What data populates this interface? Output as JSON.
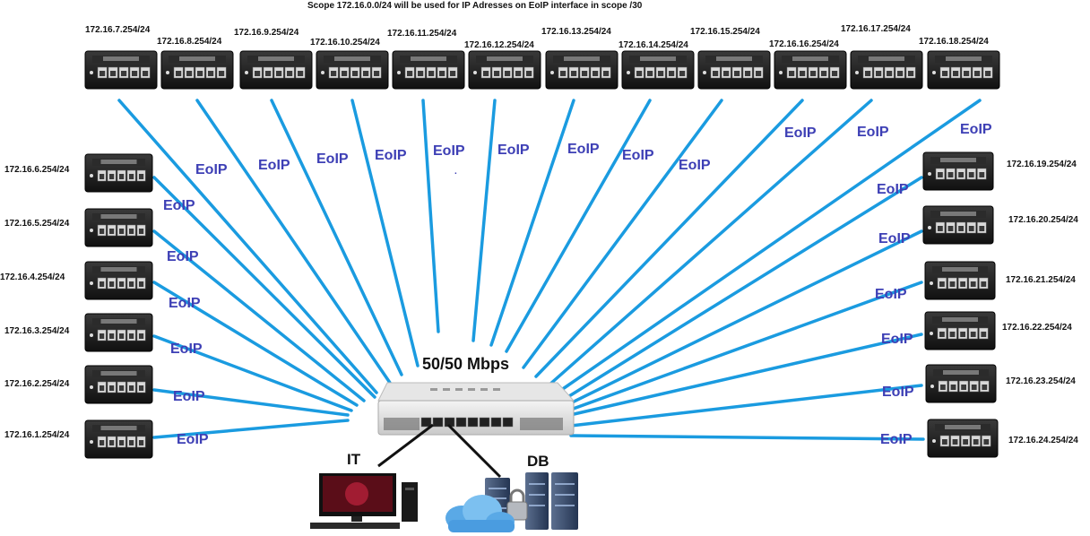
{
  "title": "Scope 172.16.0.0/24 will be used for IP Adresses on EoIP interface in scope /30",
  "center": {
    "speed": "50/50 Mbps"
  },
  "link_label": "EoIP",
  "stray_mark": ".",
  "endpoints": {
    "it": "IT",
    "db": "DB"
  },
  "routers": [
    "172.16.1.254/24",
    "172.16.2.254/24",
    "172.16.3.254/24",
    "172.16.4.254/24",
    "172.16.5.254/24",
    "172.16.6.254/24",
    "172.16.7.254/24",
    "172.16.8.254/24",
    "172.16.9.254/24",
    "172.16.10.254/24",
    "172.16.11.254/24",
    "172.16.12.254/24",
    "172.16.13.254/24",
    "172.16.14.254/24",
    "172.16.15.254/24",
    "172.16.16.254/24",
    "172.16.17.254/24",
    "172.16.18.254/24",
    "172.16.19.254/24",
    "172.16.20.254/24",
    "172.16.21.254/24",
    "172.16.22.254/24",
    "172.16.23.254/24",
    "172.16.24.254/24"
  ],
  "colors": {
    "link": "#1a9be0",
    "eoip_text": "#3d3fb5",
    "device": "#1c1c1c"
  }
}
